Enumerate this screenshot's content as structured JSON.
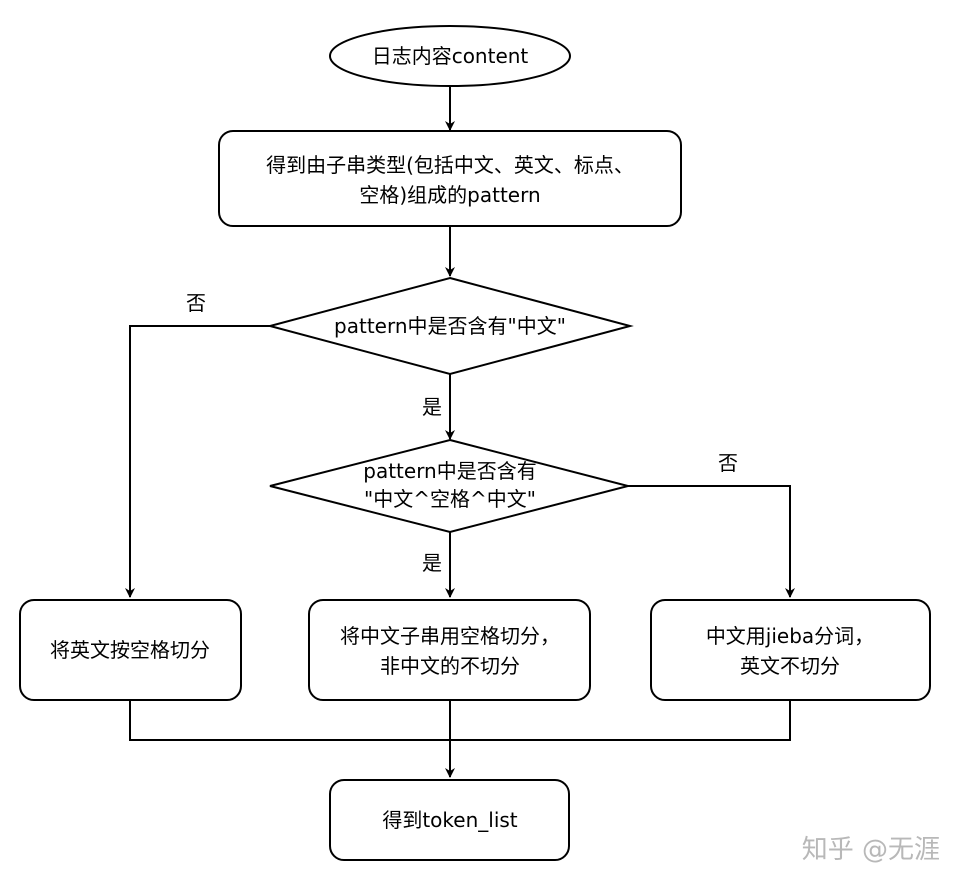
{
  "nodes": {
    "start": {
      "line1": "日志内容content"
    },
    "get_pattern": {
      "line1": "得到由子串类型(包括中文、英文、标点、",
      "line2": "空格)组成的pattern"
    },
    "decision_chinese": {
      "line1": "pattern中是否含有\"中文\""
    },
    "decision_space": {
      "line1": "pattern中是否含有",
      "line2": "\"中文^空格^中文\""
    },
    "split_english": {
      "line1": "将英文按空格切分"
    },
    "split_chinese_space": {
      "line1": "将中文子串用空格切分，",
      "line2": "非中文的不切分"
    },
    "jieba": {
      "line1": "中文用jieba分词，",
      "line2": "英文不切分"
    },
    "end": {
      "line1": "得到token_list"
    }
  },
  "edges": {
    "no_1": "否",
    "yes_1": "是",
    "no_2": "否",
    "yes_2": "是"
  },
  "watermark": "知乎 @无涯"
}
